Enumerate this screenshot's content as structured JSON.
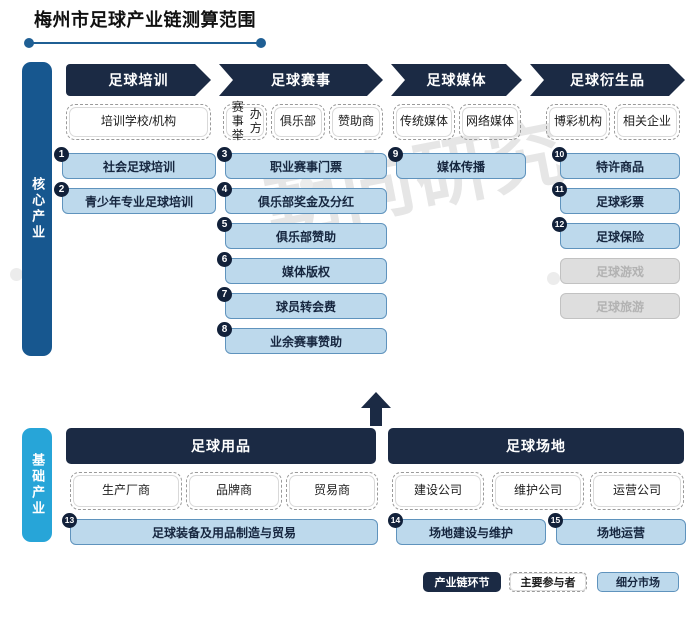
{
  "page": {
    "title": "梅州市足球产业链测算范围",
    "watermark": "朝向研究"
  },
  "bands": {
    "core": "核心产业",
    "base": "基础产业"
  },
  "core_columns": [
    {
      "header": "足球培训",
      "participants": [
        "培训学校/机构"
      ],
      "segments": [
        {
          "num": "1",
          "label": "社会足球培训",
          "disabled": false
        },
        {
          "num": "2",
          "label": "青少年专业足球培训",
          "disabled": false
        }
      ]
    },
    {
      "header": "足球赛事",
      "participants": [
        "赛事举办方",
        "俱乐部",
        "赞助商"
      ],
      "segments": [
        {
          "num": "3",
          "label": "职业赛事门票",
          "disabled": false
        },
        {
          "num": "4",
          "label": "俱乐部奖金及分红",
          "disabled": false
        },
        {
          "num": "5",
          "label": "俱乐部赞助",
          "disabled": false
        },
        {
          "num": "6",
          "label": "媒体版权",
          "disabled": false
        },
        {
          "num": "7",
          "label": "球员转会费",
          "disabled": false
        },
        {
          "num": "8",
          "label": "业余赛事赞助",
          "disabled": false
        }
      ]
    },
    {
      "header": "足球媒体",
      "participants": [
        "传统媒体",
        "网络媒体"
      ],
      "segments": [
        {
          "num": "9",
          "label": "媒体传播",
          "disabled": false
        }
      ]
    },
    {
      "header": "足球衍生品",
      "participants": [
        "博彩机构",
        "相关企业"
      ],
      "segments": [
        {
          "num": "10",
          "label": "特许商品",
          "disabled": false
        },
        {
          "num": "11",
          "label": "足球彩票",
          "disabled": false
        },
        {
          "num": "12",
          "label": "足球保险",
          "disabled": false
        },
        {
          "num": "",
          "label": "足球游戏",
          "disabled": true
        },
        {
          "num": "",
          "label": "足球旅游",
          "disabled": true
        }
      ]
    }
  ],
  "base_columns": [
    {
      "header": "足球用品",
      "participants": [
        "生产厂商",
        "品牌商",
        "贸易商"
      ],
      "segments": [
        {
          "num": "13",
          "label": "足球装备及用品制造与贸易",
          "disabled": false
        }
      ]
    },
    {
      "header": "足球场地",
      "participants": [
        "建设公司",
        "维护公司",
        "运营公司"
      ],
      "segments": [
        {
          "num": "14",
          "label": "场地建设与维护",
          "disabled": false
        },
        {
          "num": "15",
          "label": "场地运营",
          "disabled": false
        }
      ]
    }
  ],
  "legend": [
    {
      "label": "产业链环节",
      "style": "dark"
    },
    {
      "label": "主要参与者",
      "style": "dash"
    },
    {
      "label": "细分市场",
      "style": "light"
    }
  ],
  "colors": {
    "dark_navy": "#1b2a44",
    "core_band": "#17578f",
    "base_band": "#27a5d8",
    "segment_fill": "#bdd9ec",
    "segment_border": "#5f93bd",
    "disabled_fill": "#dedede",
    "title_rule": "#1f5f94"
  }
}
